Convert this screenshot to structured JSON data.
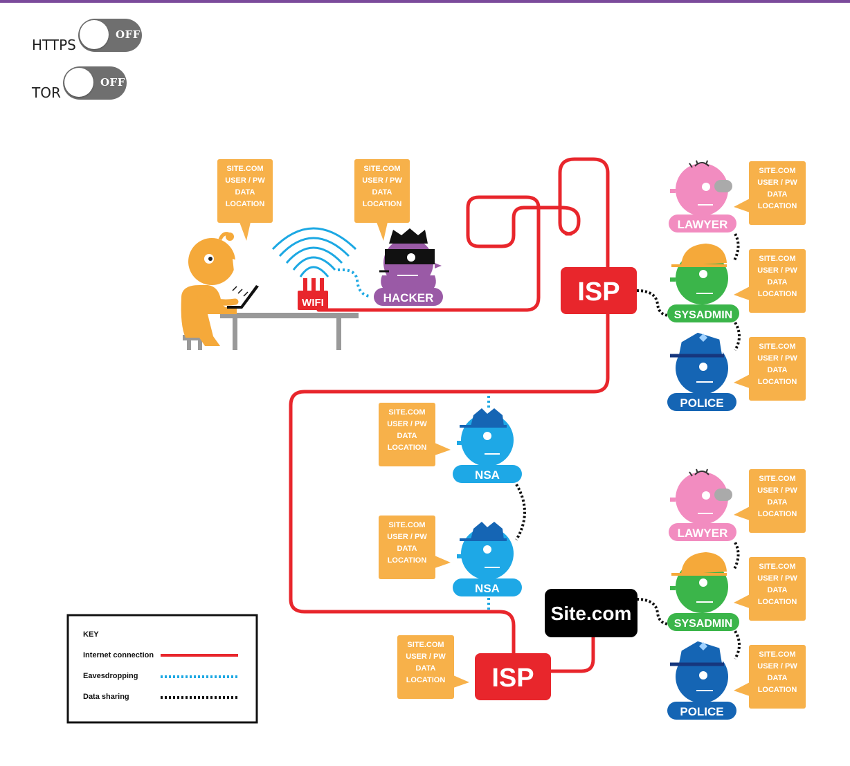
{
  "toggles": {
    "https": {
      "label": "HTTPS",
      "state": "OFF"
    },
    "tor": {
      "label": "TOR",
      "state": "OFF"
    }
  },
  "diagram": {
    "wifi_label": "WIFI",
    "hacker_label": "HACKER",
    "isp_label": "ISP",
    "site_label": "Site.com",
    "bubble_lines": [
      "SITE.COM",
      "USER / PW",
      "DATA",
      "LOCATION"
    ],
    "roles": {
      "lawyer": "LAWYER",
      "sysadmin": "SYSADMIN",
      "police": "POLICE",
      "nsa": "NSA"
    },
    "key": {
      "title": "KEY",
      "internet": "Internet connection",
      "eavesdropping": "Eavesdropping",
      "sharing": "Data sharing"
    }
  },
  "colors": {
    "internet": "#e8262c",
    "eavesdrop": "#1ca8e3",
    "sharing": "#111111",
    "bubble": "#f7b14a",
    "lawyer": "#f28cc0",
    "sysadmin": "#3bb54a",
    "police": "#1565b4",
    "nsa": "#1ea8e6",
    "hacker": "#9a5aa6",
    "user": "#f5a93a"
  }
}
